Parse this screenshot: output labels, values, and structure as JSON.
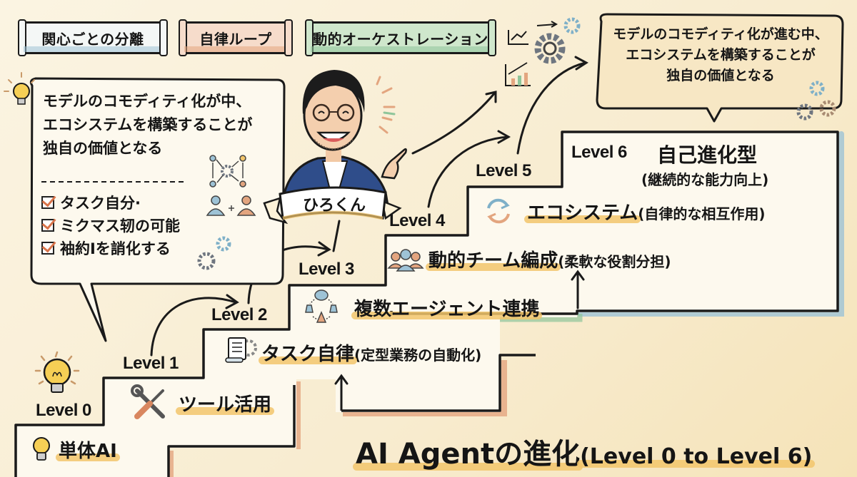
{
  "banners": [
    {
      "label": "関心ごとの分離",
      "bg": "#f4f7f6",
      "shade": "#9ec3d6"
    },
    {
      "label": "自律ループ",
      "bg": "#f6dccb",
      "shade": "#e3a57f"
    },
    {
      "label": "動的オーケストレーション",
      "bg": "#cfe7cc",
      "shade": "#8fc59a"
    }
  ],
  "left_bubble": {
    "lines": [
      "モデルのコモディティ化が中、",
      "エコシステムを構築することが",
      "独自の価値となる"
    ],
    "checklist": [
      "タスク自分·",
      "ミクマス轫の可能",
      "袖約Iを誚化する"
    ]
  },
  "right_bubble": {
    "lines": [
      "モデルのコモディティ化が進む中、",
      "エコシステムを構築することが",
      "独自の価値となる"
    ]
  },
  "character": {
    "name": "ひろくん"
  },
  "levels": [
    {
      "level": "Level 0",
      "title": "単体AI",
      "desc": "",
      "icon": "lightbulb-icon"
    },
    {
      "level": "Level 1",
      "title": "ツール活用",
      "desc": "",
      "icon": "tools-icon"
    },
    {
      "level": "Level 2",
      "title": "タスク自律",
      "desc": "(定型業務の自動化)",
      "icon": "document-gear-icon"
    },
    {
      "level": "Level 3",
      "title": "複数エージェント連携",
      "desc": "",
      "icon": "agent-network-icon"
    },
    {
      "level": "Level 4",
      "title": "動的チーム編成",
      "desc": "(柔軟な役割分担)",
      "icon": "team-icon"
    },
    {
      "level": "Level 5",
      "title": "エコシステム",
      "desc": "(自律的な相互作用)",
      "icon": "cycle-arrows-icon"
    },
    {
      "level": "Level 6",
      "title": "自己進化型",
      "desc": "(継続的な能力向上)",
      "icon": ""
    }
  ],
  "main_title": {
    "primary": "AI Agentの進化",
    "secondary": "(Level 0 to Level 6)"
  },
  "colors": {
    "background": "#f9efd6",
    "step_fill": "#fdf9ee",
    "highlight": "#f2c56b",
    "outline": "#1a1a1a",
    "accent_orange": "#e3a57f",
    "accent_blue": "#9ec3d6",
    "accent_green": "#8fc59a"
  }
}
